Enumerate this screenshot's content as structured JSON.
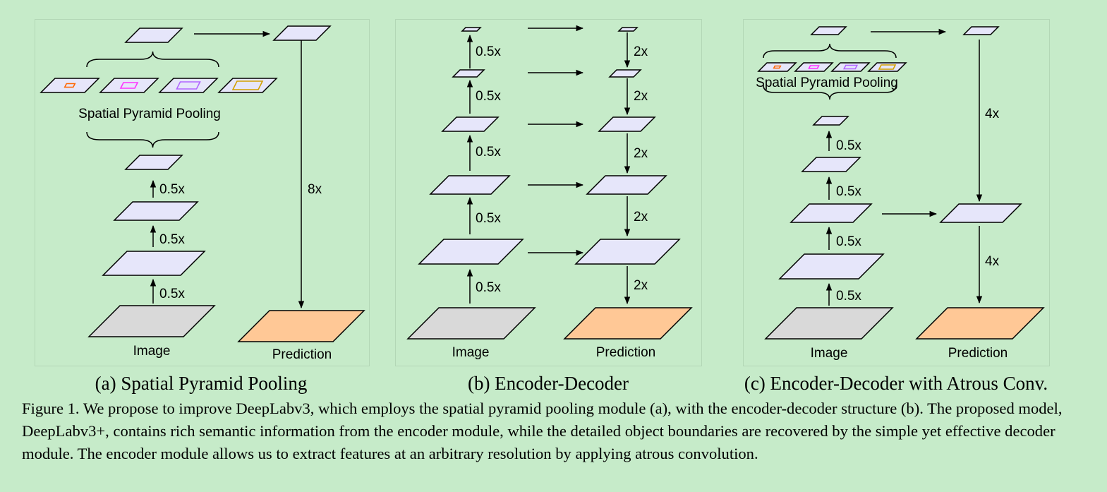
{
  "panels": {
    "a": {
      "spp_label": "Spatial Pyramid Pooling",
      "scale": "0.5x",
      "upsample": "8x",
      "image_label": "Image",
      "prediction_label": "Prediction",
      "subcaption": "(a) Spatial Pyramid Pooling"
    },
    "b": {
      "down_scale": "0.5x",
      "up_scale": "2x",
      "image_label": "Image",
      "prediction_label": "Prediction",
      "subcaption": "(b) Encoder-Decoder"
    },
    "c": {
      "spp_label": "Spatial Pyramid Pooling",
      "down_scale": "0.5x",
      "up_scale": "4x",
      "image_label": "Image",
      "prediction_label": "Prediction",
      "subcaption": "(c) Encoder-Decoder with Atrous Conv."
    }
  },
  "colors": {
    "feature_fill": "#e6e6fa",
    "image_fill": "#d9d9d9",
    "prediction_fill": "#ffc896",
    "pool_colors": [
      "#ff6600",
      "#ff33ff",
      "#b266ff",
      "#d2a000"
    ]
  },
  "caption": "Figure 1. We propose to improve DeepLabv3, which employs the spatial pyramid pooling module (a), with the encoder-decoder structure (b). The proposed model, DeepLabv3+, contains rich semantic information from the encoder module, while the detailed object boundaries are recovered by the simple yet effective decoder module. The encoder module allows us to extract features at an arbitrary resolution by applying atrous convolution."
}
